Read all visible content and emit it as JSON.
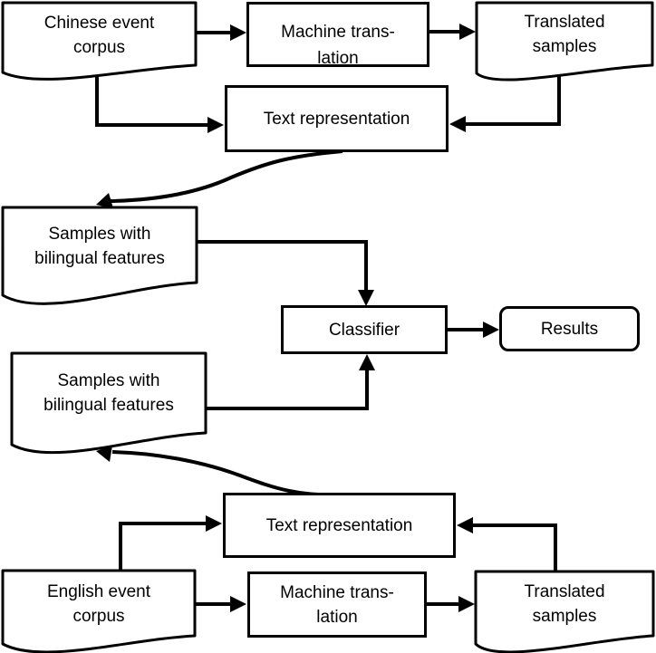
{
  "diagram": {
    "description": "Bilingual event classification flowchart",
    "colors": {
      "stroke": "#000000",
      "fill": "#ffffff",
      "text": "#000000"
    },
    "nodes": {
      "chinese_corpus": {
        "shape": "document",
        "lines": [
          "Chinese event",
          "corpus"
        ]
      },
      "mt_top": {
        "shape": "process",
        "lines": [
          "Machine trans-",
          "lation"
        ]
      },
      "translated_top": {
        "shape": "document",
        "lines": [
          "Translated",
          "samples"
        ]
      },
      "textrep_top": {
        "shape": "process",
        "lines": [
          "Text representation"
        ]
      },
      "samples_top": {
        "shape": "document",
        "lines": [
          "Samples with",
          "bilingual features"
        ]
      },
      "classifier": {
        "shape": "process",
        "lines": [
          "Classifier"
        ]
      },
      "results": {
        "shape": "terminator",
        "lines": [
          "Results"
        ]
      },
      "samples_bottom": {
        "shape": "document",
        "lines": [
          "Samples with",
          "bilingual features"
        ]
      },
      "textrep_bottom": {
        "shape": "process",
        "lines": [
          "Text representation"
        ]
      },
      "english_corpus": {
        "shape": "document",
        "lines": [
          "English event",
          "corpus"
        ]
      },
      "mt_bottom": {
        "shape": "process",
        "lines": [
          "Machine trans-",
          "lation"
        ]
      },
      "translated_bottom": {
        "shape": "document",
        "lines": [
          "Translated",
          "samples"
        ]
      }
    },
    "edges": [
      {
        "from": "chinese_corpus",
        "to": "mt_top"
      },
      {
        "from": "mt_top",
        "to": "translated_top"
      },
      {
        "from": "chinese_corpus",
        "to": "textrep_top"
      },
      {
        "from": "translated_top",
        "to": "textrep_top"
      },
      {
        "from": "textrep_top",
        "to": "samples_top"
      },
      {
        "from": "samples_top",
        "to": "classifier"
      },
      {
        "from": "classifier",
        "to": "results"
      },
      {
        "from": "samples_bottom",
        "to": "classifier"
      },
      {
        "from": "textrep_bottom",
        "to": "samples_bottom"
      },
      {
        "from": "english_corpus",
        "to": "textrep_bottom"
      },
      {
        "from": "english_corpus",
        "to": "mt_bottom"
      },
      {
        "from": "mt_bottom",
        "to": "translated_bottom"
      },
      {
        "from": "translated_bottom",
        "to": "textrep_bottom"
      }
    ]
  }
}
